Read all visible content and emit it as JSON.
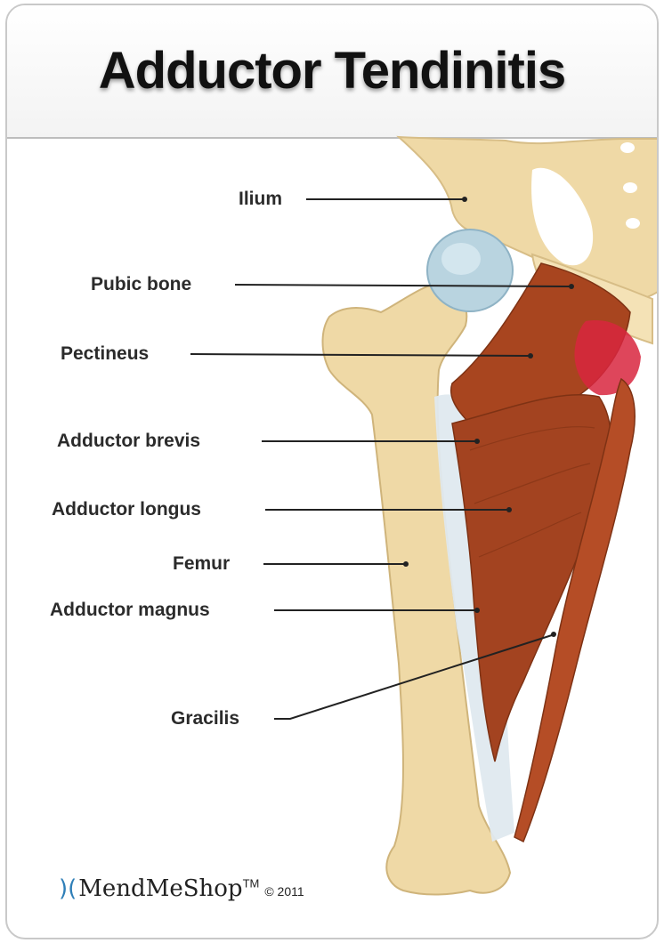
{
  "title": "Adductor Tendinitis",
  "labels": {
    "ilium": "Ilium",
    "pubic_bone": "Pubic bone",
    "pectineus": "Pectineus",
    "adductor_brevis": "Adductor brevis",
    "adductor_longus": "Adductor longus",
    "femur": "Femur",
    "adductor_magnus": "Adductor magnus",
    "gracilis": "Gracilis"
  },
  "brand": {
    "mark": ")(",
    "name": "MendMeShop",
    "tm": "TM",
    "copyright": "© 2011"
  },
  "colors": {
    "bone": "#efd9a6",
    "muscle": "#a8451f",
    "inflamed": "#d8263e",
    "cartilage": "#b9d4e0",
    "tendon": "#dfe9ef"
  }
}
